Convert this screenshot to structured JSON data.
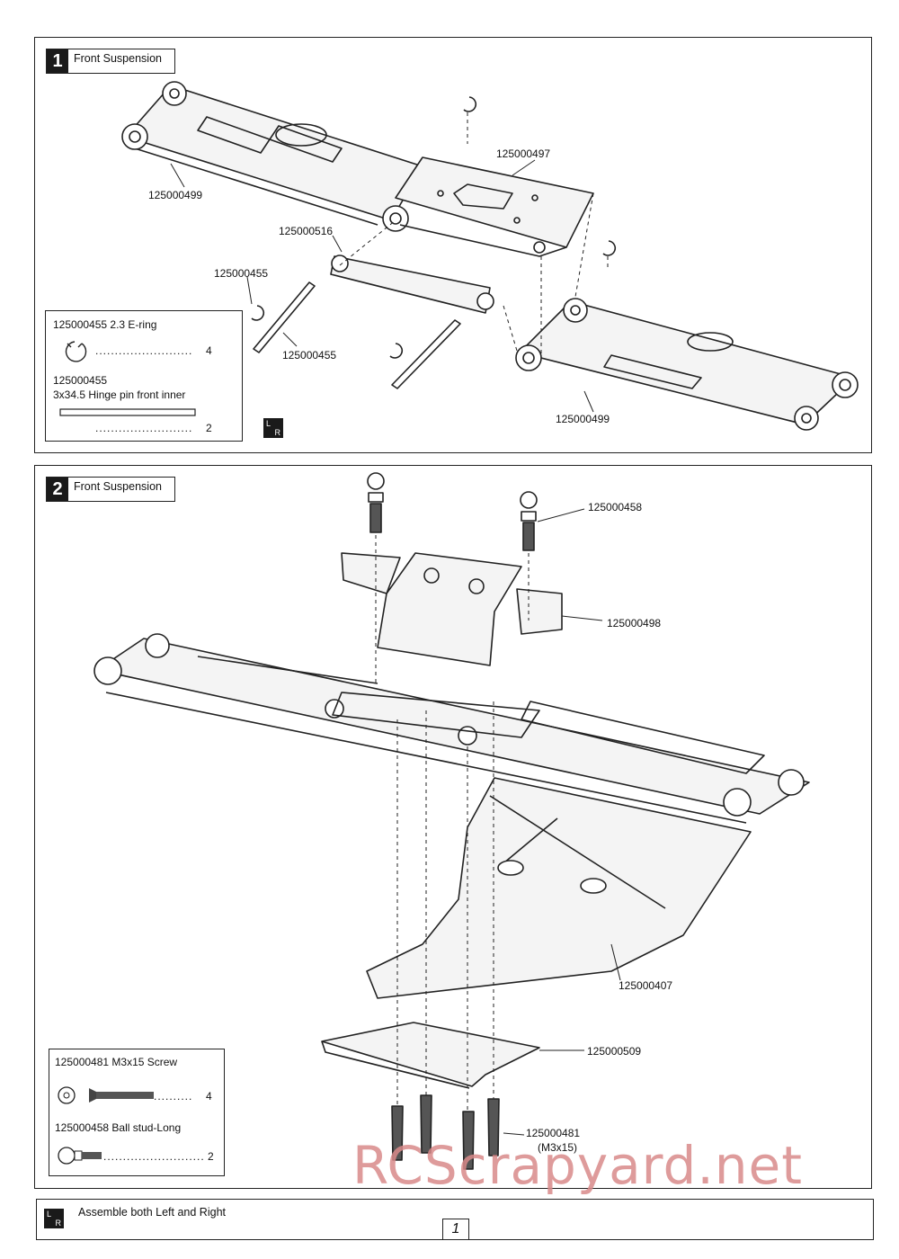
{
  "step1": {
    "number": "1",
    "title": "Front Suspension",
    "callouts": {
      "arm_upper": "125000499",
      "mount": "125000497",
      "link": "125000516",
      "eclip": "125000455",
      "pin": "125000455",
      "arm_lower": "125000499"
    },
    "legend": {
      "item1_label": "125000455  2.3 E-ring",
      "item1_qty": "4",
      "item2_code": "125000455",
      "item2_label": "3x34.5 Hinge pin front inner",
      "item2_qty": "2"
    },
    "lr_badge": {
      "top": "L",
      "bottom": "R"
    }
  },
  "step2": {
    "number": "2",
    "title": "Front Suspension",
    "callouts": {
      "ball_stud": "125000458",
      "arm_mount": "125000498",
      "skid_plate": "125000407",
      "bumper": "125000509",
      "screw_code": "125000481",
      "screw_size": "(M3x15)"
    },
    "legend": {
      "item1_label": "125000481  M3x15 Screw",
      "item1_qty": "4",
      "item2_label": "125000458 Ball stud-Long",
      "item2_qty": "2"
    }
  },
  "footer": {
    "text": "Assemble both Left and Right",
    "page_number": "1",
    "lr_badge": {
      "top": "L",
      "bottom": "R"
    }
  },
  "watermark": "RCScrapyard.net"
}
